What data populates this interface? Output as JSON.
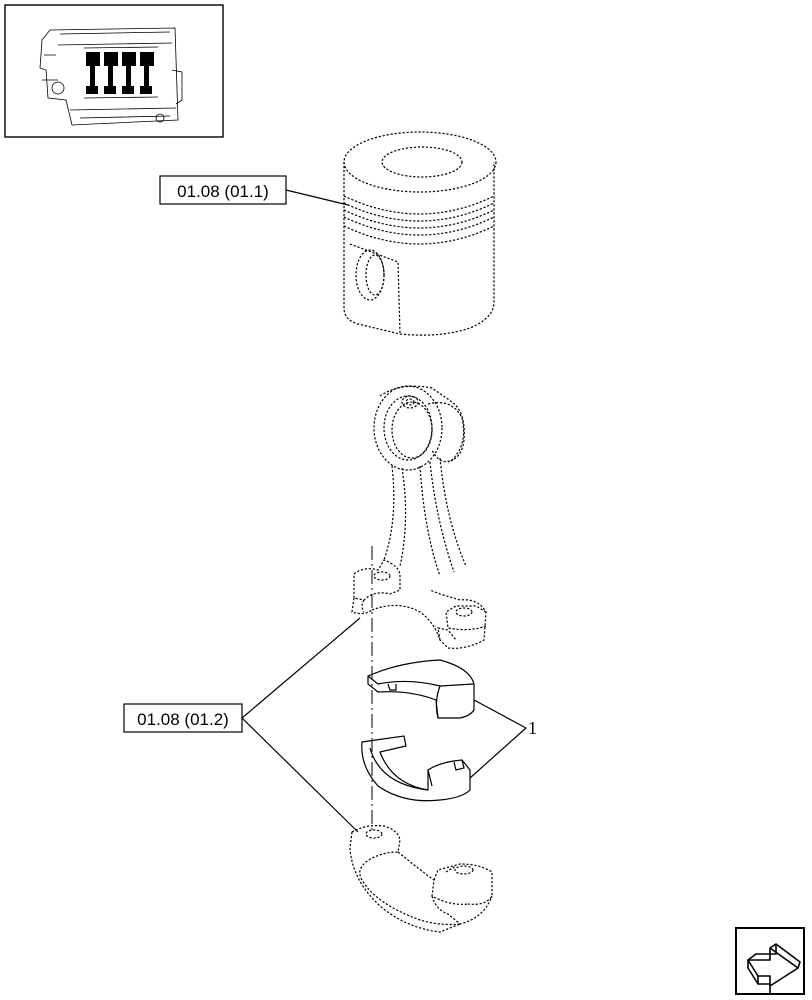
{
  "callouts": {
    "piston_ref": "01.08 (01.1)",
    "rod_ref": "01.08 (01.2)",
    "bearing_item_number": "1"
  },
  "thumbnail": {
    "icon": "engine-icon"
  },
  "navigation": {
    "next_icon": "next-page-arrow-icon"
  }
}
